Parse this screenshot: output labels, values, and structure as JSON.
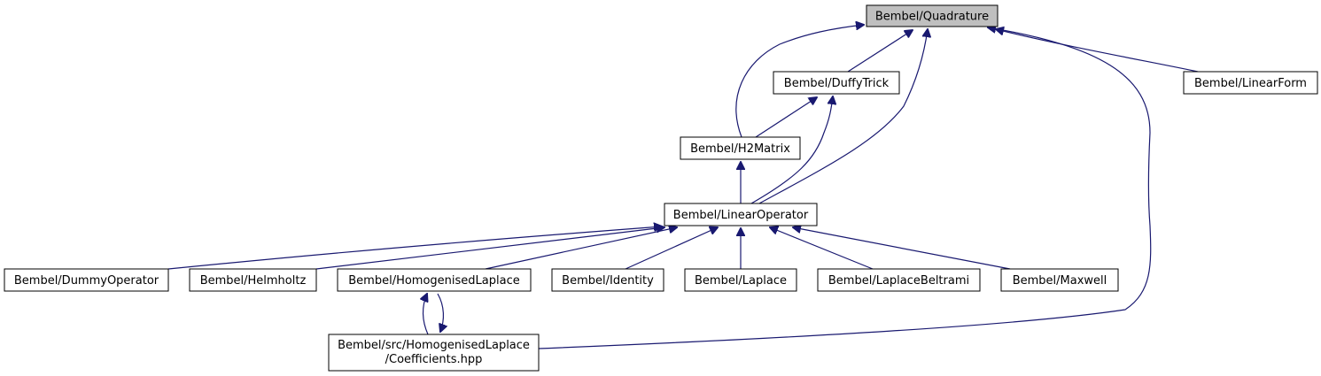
{
  "graph": {
    "nodes": [
      {
        "id": "quadrature",
        "lines": [
          "Bembel/Quadrature"
        ],
        "highlight": true
      },
      {
        "id": "duffy",
        "lines": [
          "Bembel/DuffyTrick"
        ]
      },
      {
        "id": "linearform",
        "lines": [
          "Bembel/LinearForm"
        ]
      },
      {
        "id": "h2matrix",
        "lines": [
          "Bembel/H2Matrix"
        ]
      },
      {
        "id": "linearop",
        "lines": [
          "Bembel/LinearOperator"
        ]
      },
      {
        "id": "dummy",
        "lines": [
          "Bembel/DummyOperator"
        ]
      },
      {
        "id": "helmholtz",
        "lines": [
          "Bembel/Helmholtz"
        ]
      },
      {
        "id": "homog",
        "lines": [
          "Bembel/HomogenisedLaplace"
        ]
      },
      {
        "id": "identity",
        "lines": [
          "Bembel/Identity"
        ]
      },
      {
        "id": "laplace",
        "lines": [
          "Bembel/Laplace"
        ]
      },
      {
        "id": "laplacebeltrami",
        "lines": [
          "Bembel/LaplaceBeltrami"
        ]
      },
      {
        "id": "maxwell",
        "lines": [
          "Bembel/Maxwell"
        ]
      },
      {
        "id": "coeff",
        "lines": [
          "Bembel/src/HomogenisedLaplace",
          "/Coefficients.hpp"
        ]
      }
    ],
    "edges": [
      {
        "from": "duffy",
        "to": "quadrature"
      },
      {
        "from": "linearform",
        "to": "quadrature"
      },
      {
        "from": "h2matrix",
        "to": "quadrature"
      },
      {
        "from": "linearop",
        "to": "quadrature"
      },
      {
        "from": "coeff",
        "to": "quadrature"
      },
      {
        "from": "h2matrix",
        "to": "duffy"
      },
      {
        "from": "linearop",
        "to": "duffy"
      },
      {
        "from": "linearop",
        "to": "h2matrix"
      },
      {
        "from": "dummy",
        "to": "linearop"
      },
      {
        "from": "helmholtz",
        "to": "linearop"
      },
      {
        "from": "homog",
        "to": "linearop"
      },
      {
        "from": "identity",
        "to": "linearop"
      },
      {
        "from": "laplace",
        "to": "linearop"
      },
      {
        "from": "laplacebeltrami",
        "to": "linearop"
      },
      {
        "from": "maxwell",
        "to": "linearop"
      },
      {
        "from": "coeff",
        "to": "homog"
      },
      {
        "from": "homog",
        "to": "coeff"
      }
    ],
    "colors": {
      "edge": "#191970",
      "node_fill": "#ffffff",
      "highlight_fill": "#bfbfbf",
      "border": "#000000"
    }
  }
}
